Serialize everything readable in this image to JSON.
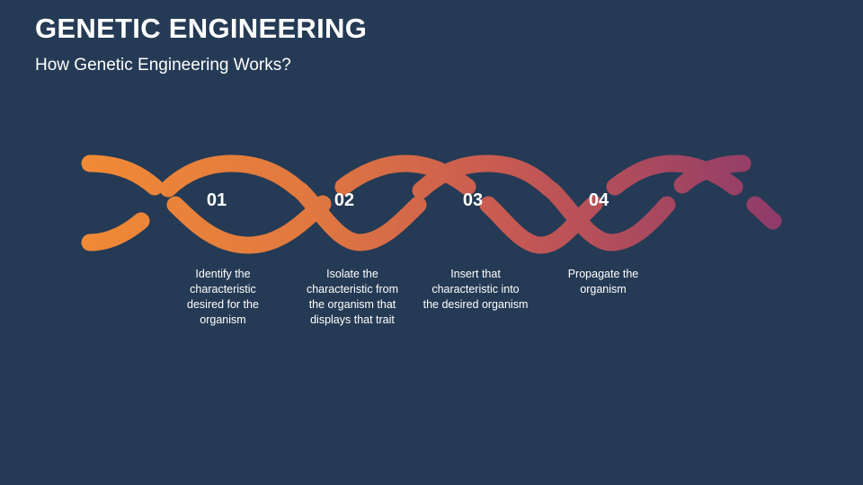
{
  "slide": {
    "title": "GENETIC ENGINEERING",
    "subtitle": "How Genetic Engineering Works?"
  },
  "colors": {
    "background": "#253a54",
    "helix_start": "#f08a35",
    "helix_mid": "#e07840",
    "helix_mid2": "#c85a52",
    "helix_end": "#8e3a6a"
  },
  "steps": [
    {
      "number": "01",
      "description": "Identify the characteristic desired for the organism"
    },
    {
      "number": "02",
      "description": "Isolate the characteristic from the organism that displays that trait"
    },
    {
      "number": "03",
      "description": "Insert that characteristic into the desired organism"
    },
    {
      "number": "04",
      "description": "Propagate the organism"
    }
  ]
}
